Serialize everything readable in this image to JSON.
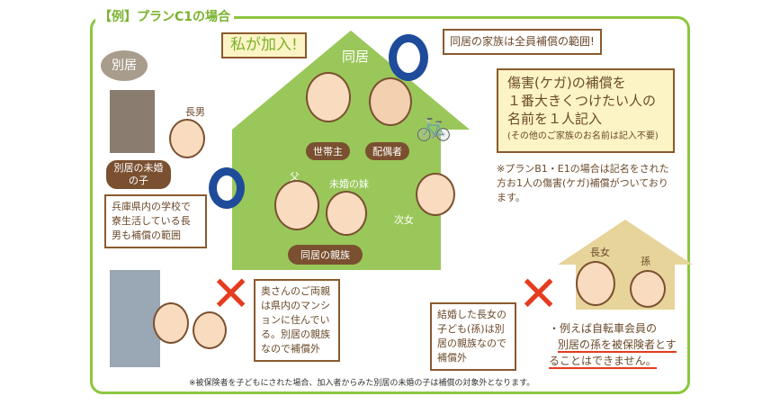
{
  "title": "【例】プランC1の場合",
  "join_bubble": "私が加入!",
  "dokyo_label": "同居",
  "bekkyo_label": "別居",
  "all_family_bubble": "同居の家族は全員補償の範囲!",
  "main_box": {
    "lines": [
      "傷害(ケガ)の補償を",
      "１番大きくつけたい人の",
      "名前を１人記入"
    ],
    "sub": "(その他のご家族のお名前は記入不要)"
  },
  "plan_note": "※プランB1・E1の場合は記名をされた方お1人の傷害(ケガ)補償がついております。",
  "house_people": {
    "head": "世帯主",
    "spouse": "配偶者",
    "father": "父",
    "sister": "未婚の妹",
    "daughter2": "次女",
    "relatives": "同居の親族"
  },
  "son": {
    "label": "長男",
    "tag": "別居の未婚の子",
    "note": "兵庫県内の学校で寮生活している長男も補償の範囲"
  },
  "parents_note": "奥さんのご両親は県内のマンションに住んでいる。別居の親族なので補償外",
  "grandchild_note": "結婚した長女の子ども(孫)は別居の親族なので補償外",
  "small_house": {
    "eldest": "長女",
    "grandchild": "孫"
  },
  "bicycle_note": {
    "prefix": "・例えば自転車会員の",
    "underlined": "別居の孫を被保険者とすることはできません。"
  },
  "footer": "※被保険者を子どもにされた場合、加入者からみた別居の未婚の子は補償の対象外となります。",
  "colors": {
    "frame": "#8cc63f",
    "circle": "#1e4b9a",
    "cross": "#e53b1f",
    "house": "#9ac75a"
  }
}
